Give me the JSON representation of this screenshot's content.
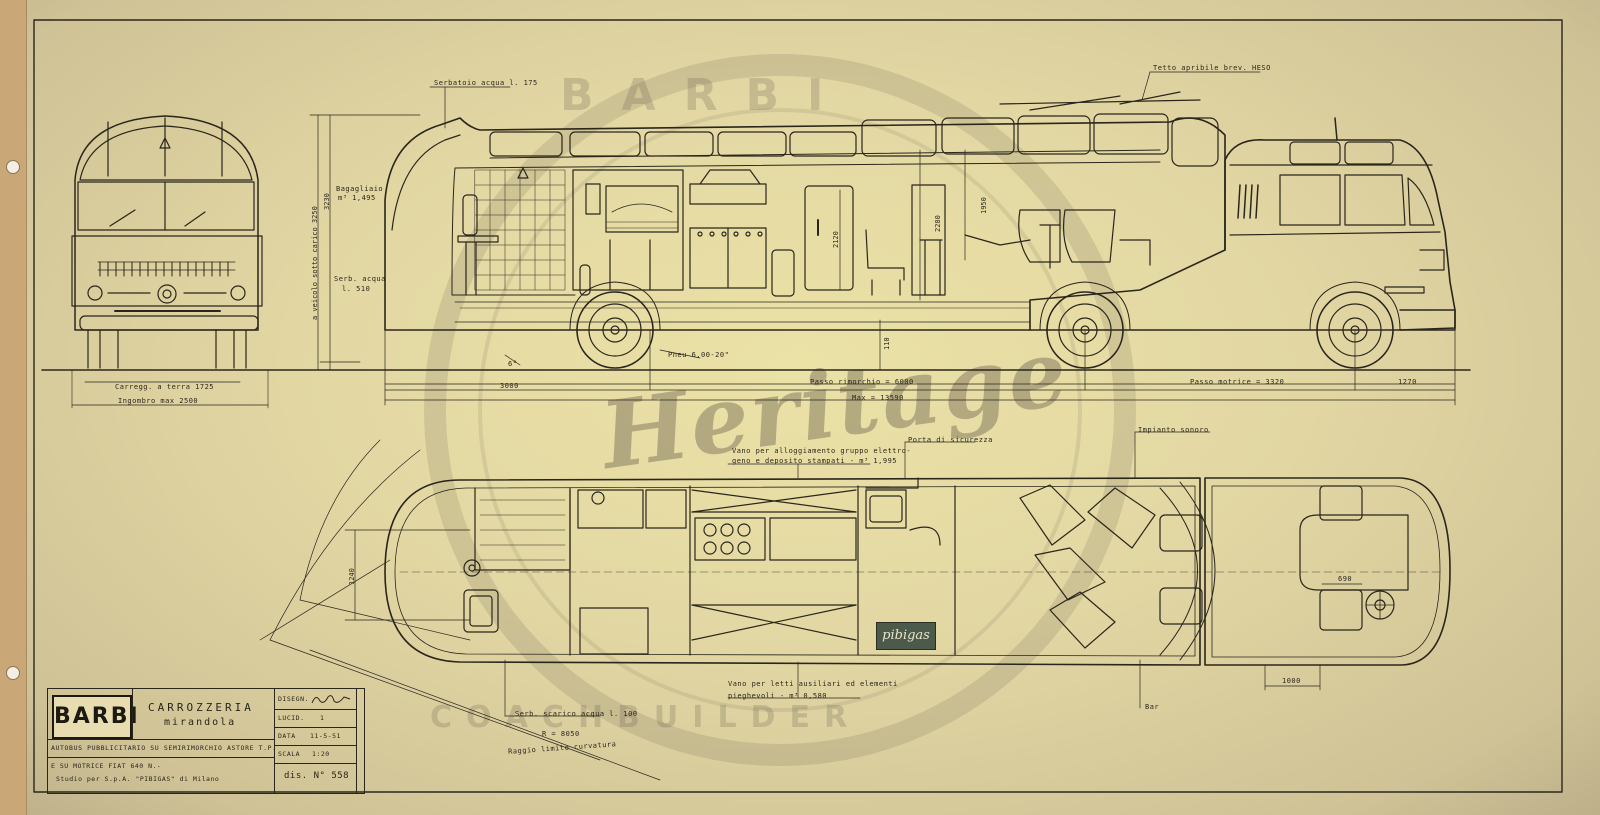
{
  "labels": {
    "serbatoio_acqua": "Serbatoio acqua l. 175",
    "tetto_apribile": "Tetto apribile brev. HESO",
    "bagagliaio": "Bagagliaio",
    "bagagliaio_vol": "m³ 1,495",
    "serb_acqua_left": "Serb. acqua",
    "serb_acqua_left_val": "l. 510",
    "veicolo_sotto_carico": "a veicolo sotto carico 3250",
    "dim_3230": "3230",
    "dim_2280": "2280",
    "dim_1950": "1950",
    "dim_2120": "2120",
    "dim_110": "110",
    "pneu": "Pneu 6,00-20\"",
    "angle": "6°",
    "carreggiata": "Carregg. a terra 1725",
    "ingombro": "Ingombro max 2500",
    "dim_3000": "3000",
    "passo_rimorchio": "Passo rimorchio = 6000",
    "passo_motrice": "Passo motrice = 3320",
    "dim_1270": "1270",
    "max_len": "Max = 13590",
    "vano_gruppo_1": "Vano per alloggiamento gruppo elettro-",
    "vano_gruppo_2": "geno e deposito stampati - m³ 1,995",
    "porta_sicurezza": "Porta di sicurezza",
    "impianto_sonoro": "Impianto sonoro",
    "dim_1240": "1240",
    "dim_690": "690",
    "dim_1000": "1000",
    "bar": "Bar",
    "vano_letti_1": "Vano per letti ausiliari ed elementi",
    "vano_letti_2": "pieghevoli - m³ 0,580",
    "serb_scarico": "Serb. scarico acqua l. 100",
    "raggio_r": "R = 8050",
    "raggio_limite": "Raggio limite curvatura",
    "pibigas_sign": "pibigas"
  },
  "titleblock": {
    "logo": "BARBI",
    "carrozzeria": "CARROZZERIA",
    "mirandola": "mirandola",
    "line1": "AUTOBUS PUBBLICITARIO SU SEMIRIMORCHIO ASTORE T.P.",
    "line2": "E SU MOTRICE FIAT 640 N.-",
    "line3": "Studio per S.p.A. \"PIBIGAS\" di Milano",
    "disegn_label": "DISEGN.",
    "lucid_label": "LUCID.",
    "lucid_value": "1",
    "data_label": "DATA",
    "data_value": "11-5-51",
    "scala_label": "SCALA",
    "scala_value": "1:20",
    "dis_label": "dis. N° 558"
  },
  "watermark": {
    "center": "Heritage",
    "top": "BARBI",
    "bottom": "COACHBUILDER"
  },
  "colors": {
    "paper": "#e6dca6",
    "ink": "#2a261c",
    "tape": "#c9a777"
  }
}
